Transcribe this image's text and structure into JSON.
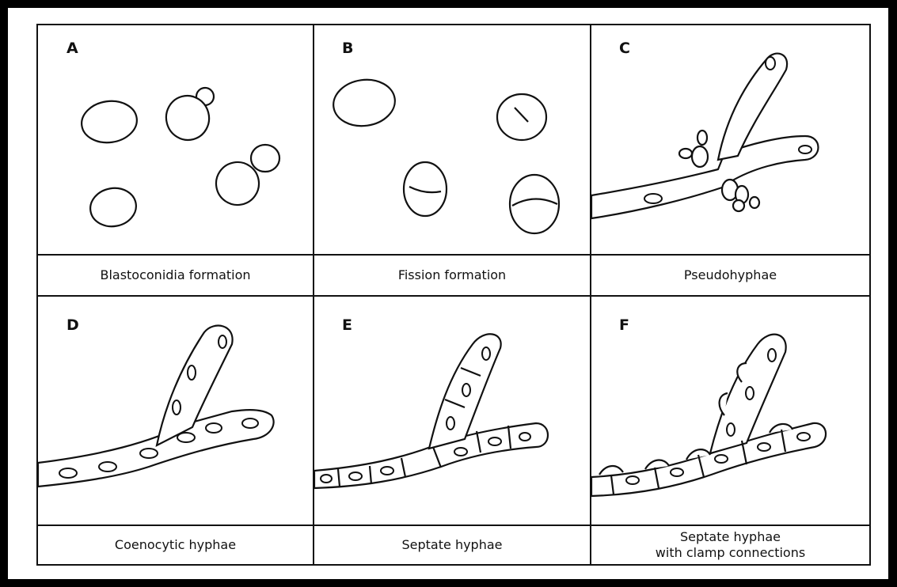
{
  "panels": [
    {
      "letter": "A",
      "caption": "Blastoconidia formation"
    },
    {
      "letter": "B",
      "caption": "Fission formation"
    },
    {
      "letter": "C",
      "caption": "Pseudohyphae"
    },
    {
      "letter": "D",
      "caption": "Coenocytic hyphae"
    },
    {
      "letter": "E",
      "caption": "Septate hyphae"
    },
    {
      "letter": "F",
      "caption_line1": "Septate hyphae",
      "caption_line2": "with clamp connections"
    }
  ]
}
